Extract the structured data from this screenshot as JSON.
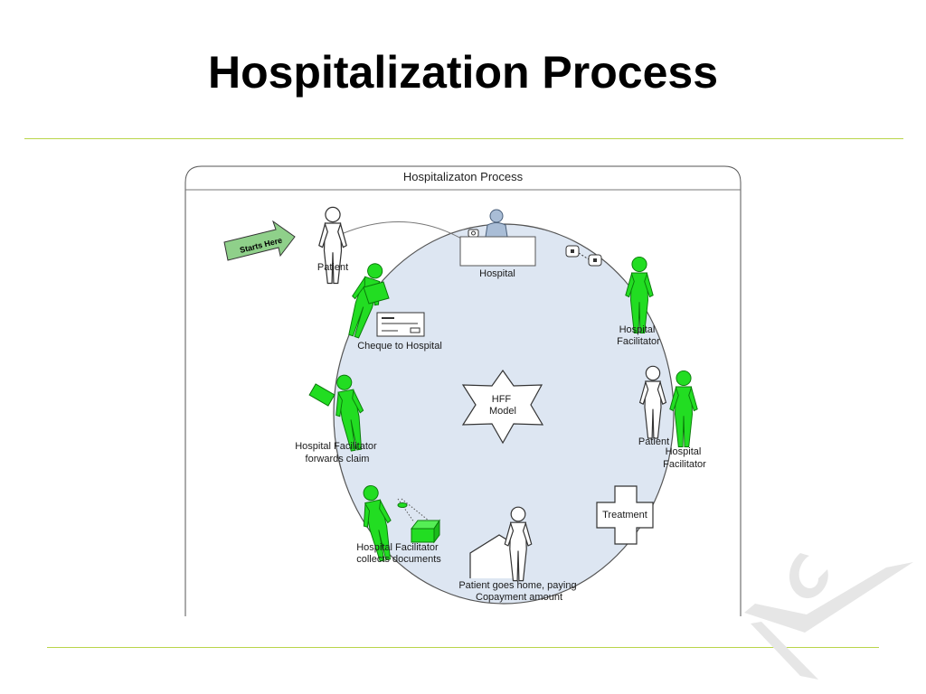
{
  "slide": {
    "title": "Hospitalization Process"
  },
  "diagram": {
    "panel_title": "Hospitalizaton Process",
    "start_label": "Starts Here",
    "center_label": [
      "HFF",
      "Model"
    ],
    "steps": {
      "patient": "Patient",
      "hospital": "Hospital",
      "facilitator_1": [
        "Hospital",
        "Facilitator"
      ],
      "patient_2": "Patient",
      "facilitator_2": [
        "Hospital",
        "Facilitator"
      ],
      "treatment": "Treatment",
      "home": [
        "Patient goes home, paying",
        "Copayment amount"
      ],
      "collects": [
        "Hospital Facilitator",
        "collects documents"
      ],
      "forwards": [
        "Hospital Facilitator",
        "forwards claim"
      ],
      "cheque": "Cheque to Hospital"
    }
  },
  "colors": {
    "accent_rule": "#b9d54a",
    "figure_green": "#22dd22",
    "figure_outline": "#0a7a0a",
    "circle_fill": "#dde6f2",
    "arrow_green": "#8fd08a",
    "logo_gray": "#e6e6e6"
  },
  "icons": [
    "starts-here-arrow-icon",
    "person-icon",
    "receptionist-icon",
    "telephone-icon",
    "hff-star-icon",
    "treatment-cross-icon",
    "house-icon",
    "box-icon",
    "cheque-icon",
    "logo-mark-icon"
  ]
}
